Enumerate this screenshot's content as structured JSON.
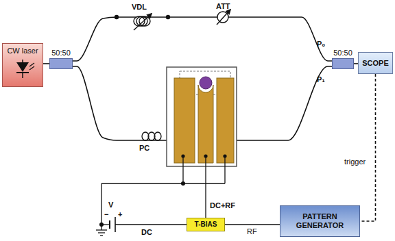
{
  "diagram": {
    "nodes": [
      {
        "text": [
          "CW laser"
        ]
      },
      {
        "text": [
          "50:50"
        ]
      },
      {
        "text": [
          "50:50"
        ]
      },
      {
        "text": [
          "SCOPE"
        ]
      },
      {
        "text": [
          "T-BIAS"
        ]
      },
      {
        "text": [
          "PATTERN GENERATOR"
        ]
      }
    ],
    "edges": [
      {
        "from": 0,
        "to": 1,
        "arrow": "none"
      },
      {
        "from": 1,
        "to": 2,
        "arrow": "none"
      },
      {
        "from": 1,
        "to": 2,
        "arrow": "none"
      },
      {
        "from": 2,
        "to": 3,
        "arrow": "none"
      },
      {
        "from": 4,
        "to": 5,
        "label": "RF",
        "arrow": "none"
      },
      {
        "from": 3,
        "to": 5,
        "label": "trigger",
        "arrow": "none"
      }
    ],
    "labels": [
      "VDL",
      "ATT",
      "P₀",
      "P₁",
      "PC",
      "V",
      "−",
      "+",
      "DC",
      "DC+RF"
    ]
  }
}
